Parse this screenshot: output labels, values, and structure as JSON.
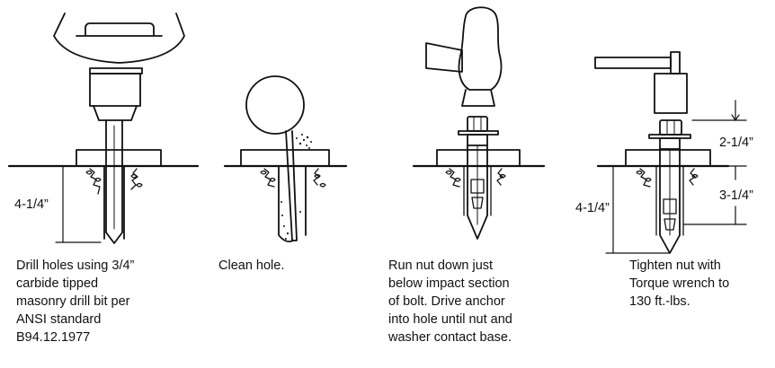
{
  "steps": [
    {
      "caption": "Drill holes using 3/4”\ncarbide tipped\nmasonry drill bit per\nANSI standard\nB94.12.1977",
      "depth_label": "4-1/4”"
    },
    {
      "caption": "Clean hole."
    },
    {
      "caption": "Run nut down just\nbelow impact section\nof bolt. Drive anchor\ninto hole until nut and\nwasher contact base."
    },
    {
      "caption": "Tighten nut with\nTorque wrench to\n130 ft.-lbs.",
      "depth_label": "4-1/4”",
      "projection_label": "2-1/4”",
      "embed_label": "3-1/4”"
    }
  ]
}
